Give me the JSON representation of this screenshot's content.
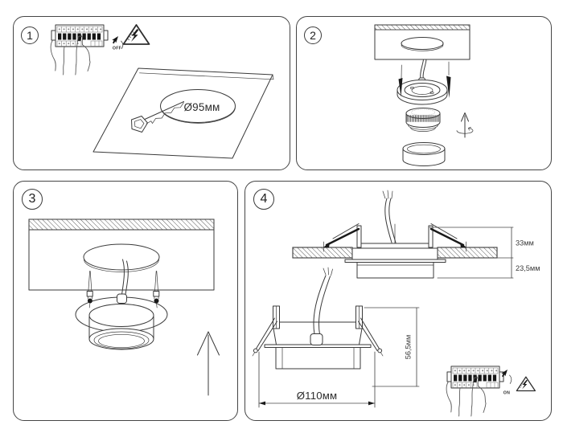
{
  "page": {
    "background": "#ffffff",
    "panel_border_color": "#454545",
    "line_color": "#3a3a3a"
  },
  "panels": [
    {
      "number": "1",
      "labels": {
        "power": "OFF",
        "cut_hole_diameter": "Ø95мм"
      }
    },
    {
      "number": "2",
      "labels": {}
    },
    {
      "number": "3",
      "labels": {}
    },
    {
      "number": "4",
      "labels": {
        "recess_height": "33мм",
        "protrusion_height": "23,5мм",
        "total_height": "56,5мм",
        "outer_diameter": "Ø110мм",
        "power": "ON"
      }
    }
  ]
}
